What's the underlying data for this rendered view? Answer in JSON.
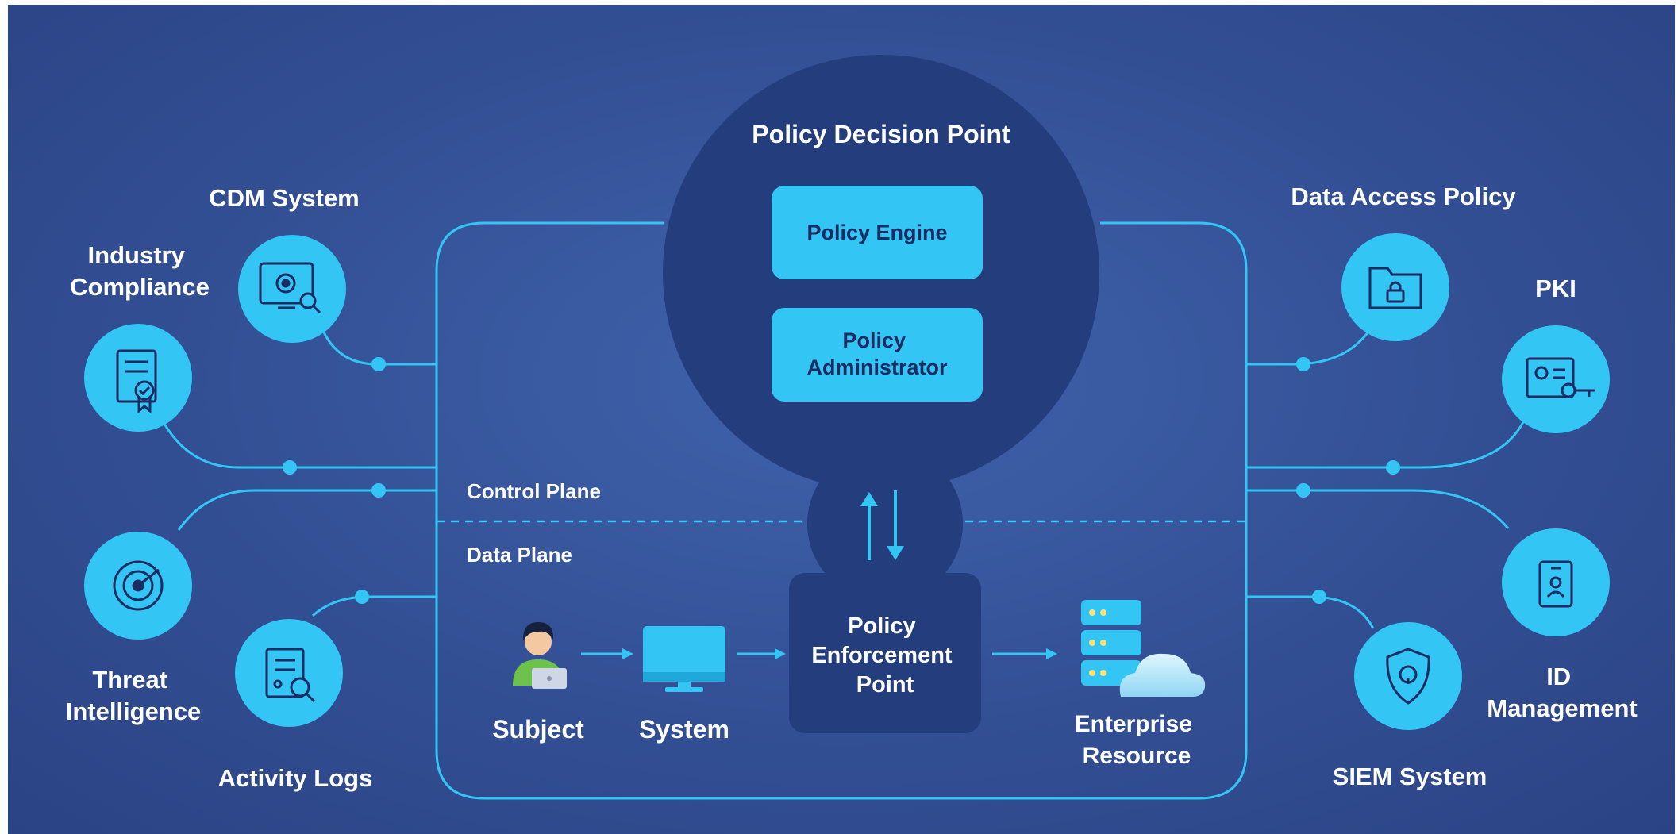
{
  "center": {
    "pdp_title": "Policy Decision Point",
    "policy_engine": "Policy Engine",
    "policy_administrator": [
      "Policy",
      "Administrator"
    ],
    "control_plane": "Control Plane",
    "data_plane": "Data Plane",
    "pep": [
      "Policy",
      "Enforcement",
      "Point"
    ],
    "subject": "Subject",
    "system": "System",
    "enterprise_resource": [
      "Enterprise",
      "Resource"
    ]
  },
  "left_nodes": {
    "cdm_system": [
      "CDM System"
    ],
    "industry_compliance": [
      "Industry",
      "Compliance"
    ],
    "threat_intelligence": [
      "Threat",
      "Intelligence"
    ],
    "activity_logs": [
      "Activity Logs"
    ]
  },
  "right_nodes": {
    "data_access_policy": [
      "Data Access Policy"
    ],
    "pki": [
      "PKI"
    ],
    "id_management": [
      "ID",
      "Management"
    ],
    "siem_system": [
      "SIEM System"
    ]
  },
  "colors": {
    "accent": "#33c6f4",
    "dark_navy": "#243d7c",
    "background": "#334f94"
  },
  "icons": {
    "cdm_system": "monitor-search-icon",
    "industry_compliance": "certificate-icon",
    "threat_intelligence": "radar-icon",
    "activity_logs": "document-search-icon",
    "data_access_policy": "locked-folder-icon",
    "pki": "certificate-key-icon",
    "id_management": "id-badge-icon",
    "siem_system": "shield-lock-icon",
    "subject": "user-laptop-icon",
    "system": "desktop-monitor-icon",
    "enterprise_resource": "server-cloud-icon",
    "flow": "bidirectional-arrows-icon"
  }
}
